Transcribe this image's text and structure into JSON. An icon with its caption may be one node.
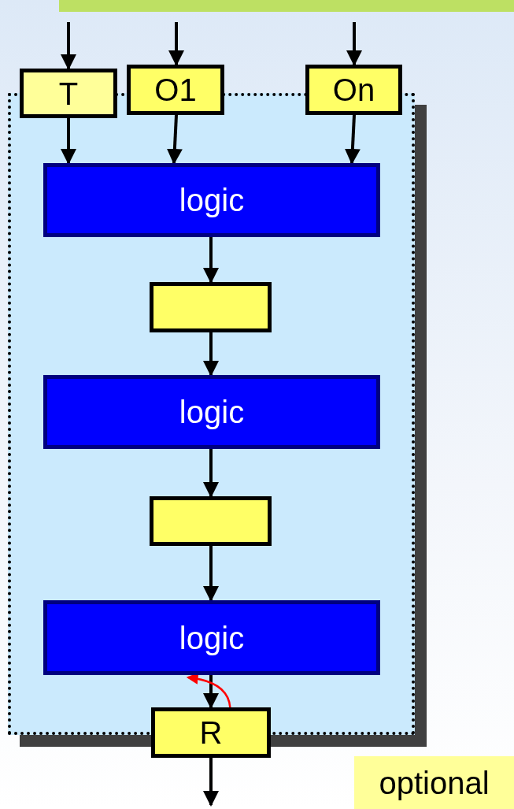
{
  "diagram": {
    "nodes": [
      {
        "text": [],
        "shape": "box"
      },
      {
        "text": [
          "T"
        ]
      },
      {
        "text": [
          "O1"
        ]
      },
      {
        "text": [
          "On"
        ]
      },
      {
        "text": [
          "logic"
        ],
        "in": 0
      },
      {
        "text": [],
        "shape": "box",
        "in": 0
      },
      {
        "text": [
          "logic"
        ],
        "in": 0
      },
      {
        "text": [],
        "shape": "box",
        "in": 0
      },
      {
        "text": [
          "logic"
        ],
        "in": 0
      },
      {
        "text": [
          "R"
        ]
      },
      {
        "text": [
          "optional"
        ]
      }
    ],
    "edges": [
      {
        "from": null,
        "to": 1,
        "arrow": "to"
      },
      {
        "from": null,
        "to": 2,
        "arrow": "to"
      },
      {
        "from": null,
        "to": 3,
        "arrow": "to"
      },
      {
        "from": 1,
        "to": 4,
        "arrow": "to"
      },
      {
        "from": 2,
        "to": 4,
        "arrow": "to"
      },
      {
        "from": 3,
        "to": 4,
        "arrow": "to"
      },
      {
        "from": 4,
        "to": 5,
        "arrow": "to"
      },
      {
        "from": 5,
        "to": 6,
        "arrow": "to"
      },
      {
        "from": 6,
        "to": 7,
        "arrow": "to"
      },
      {
        "from": 7,
        "to": 8,
        "arrow": "to"
      },
      {
        "from": 8,
        "to": 9,
        "arrow": "to"
      },
      {
        "from": 9,
        "to": null,
        "arrow": "to"
      },
      {
        "from": 9,
        "to": 8,
        "arrow": "to",
        "color": "#ff0000"
      }
    ]
  }
}
